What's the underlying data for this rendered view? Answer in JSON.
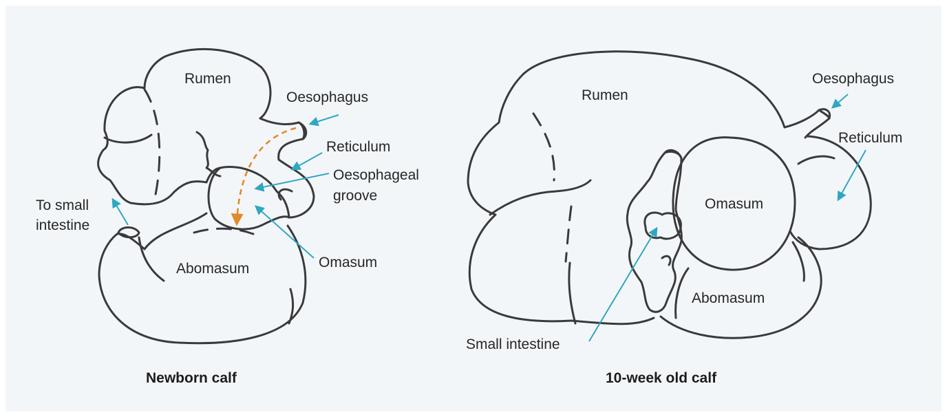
{
  "colors": {
    "panel": "#f3f6f8",
    "outline": "#3a3a3c",
    "pointer": "#2fa7c1",
    "groove_path": "#e08a2c"
  },
  "newborn": {
    "caption": "Newborn calf",
    "rumen": "Rumen",
    "oesophagus": "Oesophagus",
    "reticulum": "Reticulum",
    "oesophageal_groove_1": "Oesophageal",
    "oesophageal_groove_2": "groove",
    "to_small_1": "To small",
    "to_small_2": "intestine",
    "abomasum": "Abomasum",
    "omasum": "Omasum"
  },
  "week10": {
    "caption": "10-week old calf",
    "rumen": "Rumen",
    "oesophagus": "Oesophagus",
    "reticulum": "Reticulum",
    "omasum": "Omasum",
    "abomasum": "Abomasum",
    "small_intestine": "Small intestine"
  }
}
